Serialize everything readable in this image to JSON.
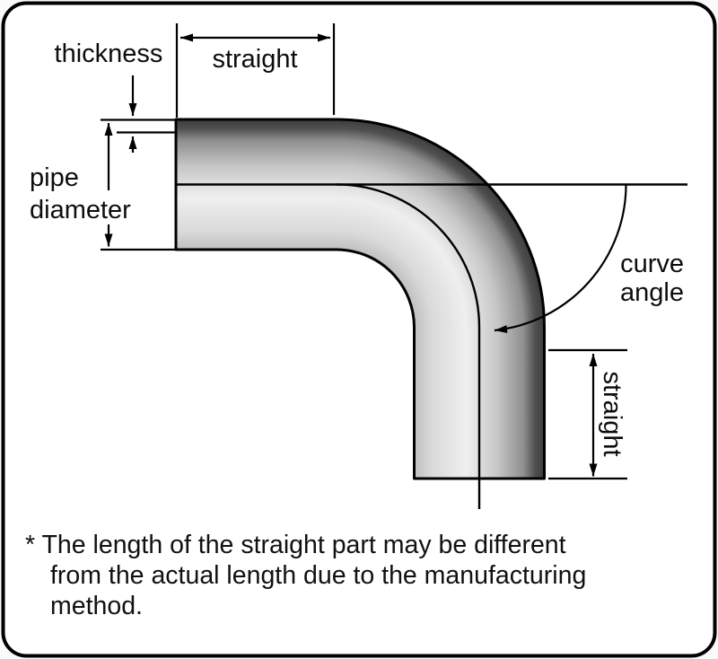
{
  "page": {
    "background": "#fafafa",
    "panel_background": "#ffffff",
    "border_color": "#000000"
  },
  "diagram": {
    "labels": {
      "thickness": "thickness",
      "straight_top": "straight",
      "pipe": "pipe",
      "diameter": "diameter",
      "curve": "curve",
      "angle": "angle",
      "straight_bottom": "straight"
    },
    "pipe_colors": {
      "highlight": "#efefef",
      "mid": "#c6c6c6",
      "shadow": "#8e8e8e",
      "edge_band": "#3d3d3d",
      "outline": "#000000"
    }
  },
  "footnote": {
    "lines": [
      "* The length of the straight part may be different",
      "from the actual length due to the manufacturing",
      "method."
    ]
  }
}
